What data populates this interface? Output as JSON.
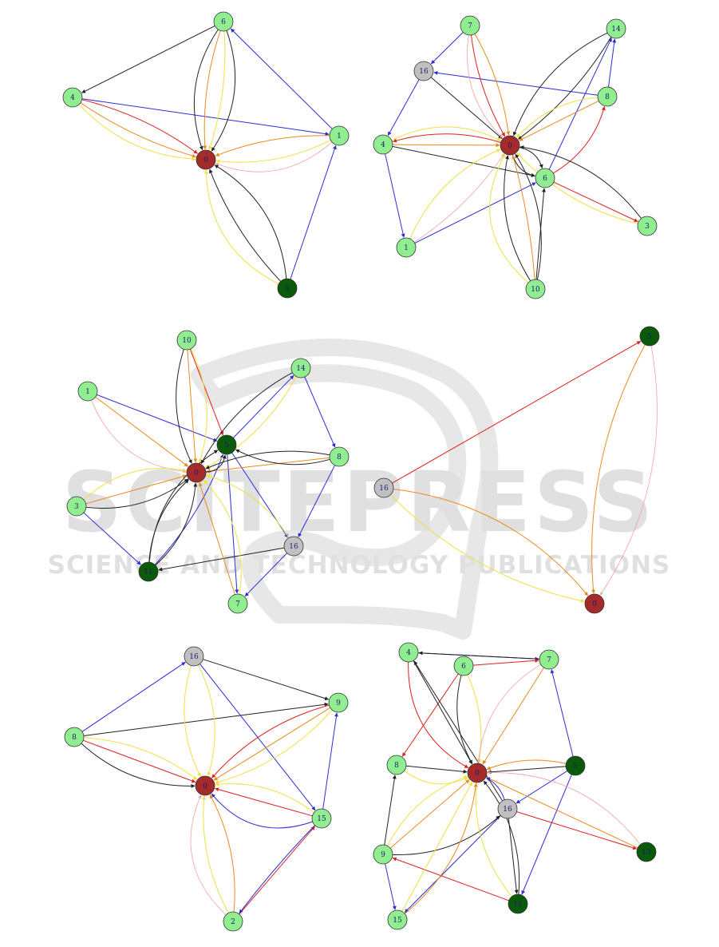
{
  "watermark": {
    "main": "SCITEPRESS",
    "sub": "SCIENCE AND TECHNOLOGY PUBLICATIONS",
    "color": "#c8c8c8"
  },
  "colors": {
    "black": "#222222",
    "blue": "#2b2bd9",
    "red": "#e01e1e",
    "orange": "#e88a1a",
    "yellow": "#f0e040",
    "pink": "#f4a0a0",
    "hub": "#a52a2a",
    "light": "#90ee90",
    "dark": "#0a5a0a",
    "grey": "#c0c0c0"
  },
  "graphs": [
    {
      "id": "graph-1",
      "nodes": [
        {
          "id": "0",
          "label": "0",
          "kind": "hub"
        },
        {
          "id": "6",
          "label": "6",
          "kind": "light"
        },
        {
          "id": "4",
          "label": "4",
          "kind": "light"
        },
        {
          "id": "1",
          "label": "1",
          "kind": "light"
        },
        {
          "id": "5",
          "label": "5",
          "kind": "dark"
        }
      ],
      "edges": [
        {
          "from": "6",
          "to": "4",
          "color": "black"
        },
        {
          "from": "1",
          "to": "6",
          "color": "blue"
        },
        {
          "from": "4",
          "to": "1",
          "color": "blue"
        },
        {
          "from": "5",
          "to": "1",
          "color": "blue"
        },
        {
          "from": "6",
          "to": "0",
          "color": "black",
          "bend": 0.25
        },
        {
          "from": "6",
          "to": "0",
          "color": "black",
          "bend": -0.25
        },
        {
          "from": "6",
          "to": "0",
          "color": "orange",
          "bend": 0.1
        },
        {
          "from": "6",
          "to": "0",
          "color": "yellow",
          "bend": -0.1
        },
        {
          "from": "4",
          "to": "0",
          "color": "red",
          "bend": -0.1
        },
        {
          "from": "4",
          "to": "0",
          "color": "orange",
          "bend": 0.08
        },
        {
          "from": "4",
          "to": "0",
          "color": "yellow",
          "bend": 0.2
        },
        {
          "from": "1",
          "to": "0",
          "color": "orange",
          "bend": 0.1
        },
        {
          "from": "1",
          "to": "0",
          "color": "yellow",
          "bend": -0.15
        },
        {
          "from": "1",
          "to": "0",
          "color": "pink",
          "bend": -0.3
        },
        {
          "from": "5",
          "to": "0",
          "color": "black",
          "bend": 0.25
        },
        {
          "from": "5",
          "to": "0",
          "color": "black",
          "bend": -0.1
        },
        {
          "from": "5",
          "to": "0",
          "color": "yellow",
          "bend": -0.3
        }
      ]
    },
    {
      "id": "graph-2",
      "nodes": [
        {
          "id": "0",
          "label": "0",
          "kind": "hub"
        },
        {
          "id": "7",
          "label": "7",
          "kind": "light"
        },
        {
          "id": "16",
          "label": "16",
          "kind": "grey"
        },
        {
          "id": "14",
          "label": "14",
          "kind": "light"
        },
        {
          "id": "8",
          "label": "8",
          "kind": "light"
        },
        {
          "id": "4",
          "label": "4",
          "kind": "light"
        },
        {
          "id": "6",
          "label": "6",
          "kind": "light"
        },
        {
          "id": "3",
          "label": "3",
          "kind": "light"
        },
        {
          "id": "1",
          "label": "1",
          "kind": "light"
        },
        {
          "id": "10",
          "label": "10",
          "kind": "light"
        }
      ],
      "edges": [
        {
          "from": "7",
          "to": "16",
          "color": "blue"
        },
        {
          "from": "16",
          "to": "4",
          "color": "blue"
        },
        {
          "from": "4",
          "to": "1",
          "color": "blue"
        },
        {
          "from": "1",
          "to": "6",
          "color": "blue"
        },
        {
          "from": "8",
          "to": "16",
          "color": "blue"
        },
        {
          "from": "8",
          "to": "14",
          "color": "blue"
        },
        {
          "from": "6",
          "to": "14",
          "color": "blue"
        },
        {
          "from": "6",
          "to": "3",
          "color": "red"
        },
        {
          "from": "6",
          "to": "8",
          "color": "red",
          "bend": 0.2
        },
        {
          "from": "16",
          "to": "0",
          "color": "black"
        },
        {
          "from": "7",
          "to": "0",
          "color": "red",
          "bend": 0.1
        },
        {
          "from": "7",
          "to": "0",
          "color": "orange",
          "bend": -0.1
        },
        {
          "from": "7",
          "to": "0",
          "color": "pink",
          "bend": 0.25
        },
        {
          "from": "14",
          "to": "0",
          "color": "black",
          "bend": 0.2
        },
        {
          "from": "14",
          "to": "0",
          "color": "black",
          "bend": -0.1
        },
        {
          "from": "8",
          "to": "0",
          "color": "orange"
        },
        {
          "from": "8",
          "to": "0",
          "color": "yellow",
          "bend": 0.2
        },
        {
          "from": "4",
          "to": "0",
          "color": "orange"
        },
        {
          "from": "0",
          "to": "4",
          "color": "red",
          "bend": 0.15
        },
        {
          "from": "4",
          "to": "0",
          "color": "yellow",
          "bend": -0.25
        },
        {
          "from": "4",
          "to": "6",
          "color": "black"
        },
        {
          "from": "1",
          "to": "0",
          "color": "yellow",
          "bend": -0.2
        },
        {
          "from": "1",
          "to": "0",
          "color": "pink",
          "bend": 0.1
        },
        {
          "from": "0",
          "to": "6",
          "color": "black",
          "bend": 0.3
        },
        {
          "from": "0",
          "to": "6",
          "color": "black",
          "bend": -0.3
        },
        {
          "from": "3",
          "to": "0",
          "color": "black",
          "bend": 0.2
        },
        {
          "from": "3",
          "to": "0",
          "color": "yellow",
          "bend": -0.15
        },
        {
          "from": "10",
          "to": "0",
          "color": "black",
          "bend": 0.2
        },
        {
          "from": "10",
          "to": "0",
          "color": "black",
          "bend": -0.2
        },
        {
          "from": "10",
          "to": "0",
          "color": "orange",
          "bend": 0.05
        },
        {
          "from": "10",
          "to": "0",
          "color": "yellow",
          "bend": -0.4
        },
        {
          "from": "10",
          "to": "6",
          "color": "black"
        }
      ]
    },
    {
      "id": "graph-3",
      "nodes": [
        {
          "id": "0",
          "label": "0",
          "kind": "hub"
        },
        {
          "id": "10",
          "label": "10",
          "kind": "light"
        },
        {
          "id": "14",
          "label": "14",
          "kind": "light"
        },
        {
          "id": "1",
          "label": "1",
          "kind": "light"
        },
        {
          "id": "5",
          "label": "5",
          "kind": "dark"
        },
        {
          "id": "8",
          "label": "8",
          "kind": "light"
        },
        {
          "id": "3",
          "label": "3",
          "kind": "light"
        },
        {
          "id": "16",
          "label": "16",
          "kind": "grey"
        },
        {
          "id": "11",
          "label": "11",
          "kind": "dark"
        },
        {
          "id": "7",
          "label": "7",
          "kind": "light"
        }
      ],
      "edges": [
        {
          "from": "1",
          "to": "5",
          "color": "blue"
        },
        {
          "from": "5",
          "to": "14",
          "color": "blue"
        },
        {
          "from": "14",
          "to": "8",
          "color": "blue"
        },
        {
          "from": "8",
          "to": "16",
          "color": "blue"
        },
        {
          "from": "16",
          "to": "7",
          "color": "blue"
        },
        {
          "from": "3",
          "to": "11",
          "color": "blue"
        },
        {
          "from": "11",
          "to": "5",
          "color": "blue",
          "bend": 0.1
        },
        {
          "from": "5",
          "to": "16",
          "color": "blue"
        },
        {
          "from": "5",
          "to": "7",
          "color": "blue"
        },
        {
          "from": "16",
          "to": "11",
          "color": "black"
        },
        {
          "from": "10",
          "to": "5",
          "color": "red"
        },
        {
          "from": "10",
          "to": "0",
          "color": "black",
          "bend": 0.2
        },
        {
          "from": "10",
          "to": "0",
          "color": "orange"
        },
        {
          "from": "10",
          "to": "0",
          "color": "yellow",
          "bend": -0.2
        },
        {
          "from": "14",
          "to": "0",
          "color": "black",
          "bend": 0.15
        },
        {
          "from": "14",
          "to": "0",
          "color": "yellow",
          "bend": -0.15
        },
        {
          "from": "1",
          "to": "0",
          "color": "orange"
        },
        {
          "from": "1",
          "to": "0",
          "color": "pink",
          "bend": 0.3
        },
        {
          "from": "8",
          "to": "0",
          "color": "orange"
        },
        {
          "from": "8",
          "to": "0",
          "color": "black",
          "bend": 0.15
        },
        {
          "from": "8",
          "to": "5",
          "color": "black",
          "bend": -0.2
        },
        {
          "from": "3",
          "to": "0",
          "color": "black",
          "bend": 0.2
        },
        {
          "from": "3",
          "to": "0",
          "color": "orange"
        },
        {
          "from": "3",
          "to": "0",
          "color": "yellow",
          "bend": -0.25
        },
        {
          "from": "11",
          "to": "0",
          "color": "black",
          "bend": 0.2
        },
        {
          "from": "11",
          "to": "0",
          "color": "black",
          "bend": -0.2
        },
        {
          "from": "11",
          "to": "5",
          "color": "black",
          "bend": -0.25
        },
        {
          "from": "7",
          "to": "0",
          "color": "orange"
        },
        {
          "from": "7",
          "to": "0",
          "color": "yellow",
          "bend": 0.25
        },
        {
          "from": "16",
          "to": "0",
          "color": "yellow",
          "bend": 0.2
        },
        {
          "from": "0",
          "to": "5",
          "color": "black",
          "bend": 0.4
        }
      ]
    },
    {
      "id": "graph-4",
      "nodes": [
        {
          "id": "0",
          "label": "0",
          "kind": "hub"
        },
        {
          "id": "5",
          "label": "5",
          "kind": "dark"
        },
        {
          "id": "16",
          "label": "16",
          "kind": "grey"
        }
      ],
      "edges": [
        {
          "from": "16",
          "to": "5",
          "color": "red"
        },
        {
          "from": "16",
          "to": "0",
          "color": "orange",
          "bend": -0.2
        },
        {
          "from": "16",
          "to": "0",
          "color": "yellow",
          "bend": 0.15
        },
        {
          "from": "5",
          "to": "0",
          "color": "orange",
          "bend": 0.15
        },
        {
          "from": "5",
          "to": "0",
          "color": "pink",
          "bend": -0.2
        }
      ]
    },
    {
      "id": "graph-5",
      "nodes": [
        {
          "id": "0",
          "label": "0",
          "kind": "hub"
        },
        {
          "id": "16",
          "label": "16",
          "kind": "grey"
        },
        {
          "id": "8",
          "label": "8",
          "kind": "light"
        },
        {
          "id": "9",
          "label": "9",
          "kind": "light"
        },
        {
          "id": "15",
          "label": "15",
          "kind": "light"
        },
        {
          "id": "2",
          "label": "2",
          "kind": "light"
        }
      ],
      "edges": [
        {
          "from": "8",
          "to": "16",
          "color": "blue"
        },
        {
          "from": "16",
          "to": "9",
          "color": "black"
        },
        {
          "from": "8",
          "to": "9",
          "color": "black"
        },
        {
          "from": "16",
          "to": "15",
          "color": "blue"
        },
        {
          "from": "15",
          "to": "9",
          "color": "blue"
        },
        {
          "from": "2",
          "to": "15",
          "color": "red"
        },
        {
          "from": "15",
          "to": "2",
          "color": "blue",
          "bend": 0.03
        },
        {
          "from": "16",
          "to": "0",
          "color": "yellow",
          "bend": 0.2
        },
        {
          "from": "16",
          "to": "0",
          "color": "yellow",
          "bend": -0.2
        },
        {
          "from": "8",
          "to": "0",
          "color": "red"
        },
        {
          "from": "8",
          "to": "0",
          "color": "black",
          "bend": 0.2
        },
        {
          "from": "8",
          "to": "0",
          "color": "yellow",
          "bend": -0.15
        },
        {
          "from": "9",
          "to": "0",
          "color": "red",
          "bend": 0.15
        },
        {
          "from": "9",
          "to": "0",
          "color": "orange"
        },
        {
          "from": "9",
          "to": "0",
          "color": "yellow",
          "bend": -0.15
        },
        {
          "from": "15",
          "to": "0",
          "color": "red"
        },
        {
          "from": "15",
          "to": "0",
          "color": "blue",
          "bend": -0.35
        },
        {
          "from": "15",
          "to": "0",
          "color": "yellow",
          "bend": 0.2
        },
        {
          "from": "2",
          "to": "0",
          "color": "orange",
          "bend": 0.15
        },
        {
          "from": "2",
          "to": "0",
          "color": "yellow",
          "bend": -0.15
        },
        {
          "from": "2",
          "to": "0",
          "color": "pink",
          "bend": -0.35
        }
      ]
    },
    {
      "id": "graph-6",
      "nodes": [
        {
          "id": "0",
          "label": "0",
          "kind": "hub"
        },
        {
          "id": "4",
          "label": "4",
          "kind": "light"
        },
        {
          "id": "6",
          "label": "6",
          "kind": "light"
        },
        {
          "id": "7",
          "label": "7",
          "kind": "light"
        },
        {
          "id": "8",
          "label": "8",
          "kind": "light"
        },
        {
          "id": "5",
          "label": "5",
          "kind": "dark"
        },
        {
          "id": "16",
          "label": "16",
          "kind": "grey"
        },
        {
          "id": "9",
          "label": "9",
          "kind": "light"
        },
        {
          "id": "13",
          "label": "13",
          "kind": "dark"
        },
        {
          "id": "11",
          "label": "11",
          "kind": "dark"
        },
        {
          "id": "15",
          "label": "15",
          "kind": "light"
        }
      ],
      "edges": [
        {
          "from": "4",
          "to": "7",
          "color": "blue"
        },
        {
          "from": "6",
          "to": "7",
          "color": "red"
        },
        {
          "from": "7",
          "to": "4",
          "color": "black"
        },
        {
          "from": "6",
          "to": "8",
          "color": "red"
        },
        {
          "from": "5",
          "to": "7",
          "color": "blue"
        },
        {
          "from": "5",
          "to": "16",
          "color": "blue"
        },
        {
          "from": "16",
          "to": "11",
          "color": "black"
        },
        {
          "from": "5",
          "to": "11",
          "color": "blue"
        },
        {
          "from": "9",
          "to": "8",
          "color": "black"
        },
        {
          "from": "9",
          "to": "15",
          "color": "blue"
        },
        {
          "from": "16",
          "to": "15",
          "color": "blue"
        },
        {
          "from": "11",
          "to": "9",
          "color": "red"
        },
        {
          "from": "16",
          "to": "13",
          "color": "red"
        },
        {
          "from": "16",
          "to": "4",
          "color": "black"
        },
        {
          "from": "4",
          "to": "0",
          "color": "red",
          "bend": 0.3
        },
        {
          "from": "4",
          "to": "0",
          "color": "black"
        },
        {
          "from": "6",
          "to": "0",
          "color": "black",
          "bend": 0.2
        },
        {
          "from": "6",
          "to": "0",
          "color": "yellow",
          "bend": -0.15
        },
        {
          "from": "7",
          "to": "0",
          "color": "orange"
        },
        {
          "from": "7",
          "to": "0",
          "color": "pink",
          "bend": 0.25
        },
        {
          "from": "8",
          "to": "0",
          "color": "black"
        },
        {
          "from": "8",
          "to": "0",
          "color": "yellow",
          "bend": 0.3
        },
        {
          "from": "5",
          "to": "0",
          "color": "black"
        },
        {
          "from": "5",
          "to": "0",
          "color": "orange",
          "bend": 0.15
        },
        {
          "from": "9",
          "to": "0",
          "color": "orange"
        },
        {
          "from": "9",
          "to": "0",
          "color": "yellow",
          "bend": -0.2
        },
        {
          "from": "9",
          "to": "16",
          "color": "black",
          "bend": 0.2
        },
        {
          "from": "13",
          "to": "0",
          "color": "orange"
        },
        {
          "from": "13",
          "to": "0",
          "color": "pink",
          "bend": 0.25
        },
        {
          "from": "11",
          "to": "0",
          "color": "black",
          "bend": 0.2
        },
        {
          "from": "11",
          "to": "0",
          "color": "yellow",
          "bend": -0.2
        },
        {
          "from": "15",
          "to": "0",
          "color": "yellow"
        },
        {
          "from": "15",
          "to": "0",
          "color": "orange",
          "bend": 0.2
        },
        {
          "from": "16",
          "to": "0",
          "color": "blue",
          "bend": 0.2
        }
      ]
    }
  ]
}
